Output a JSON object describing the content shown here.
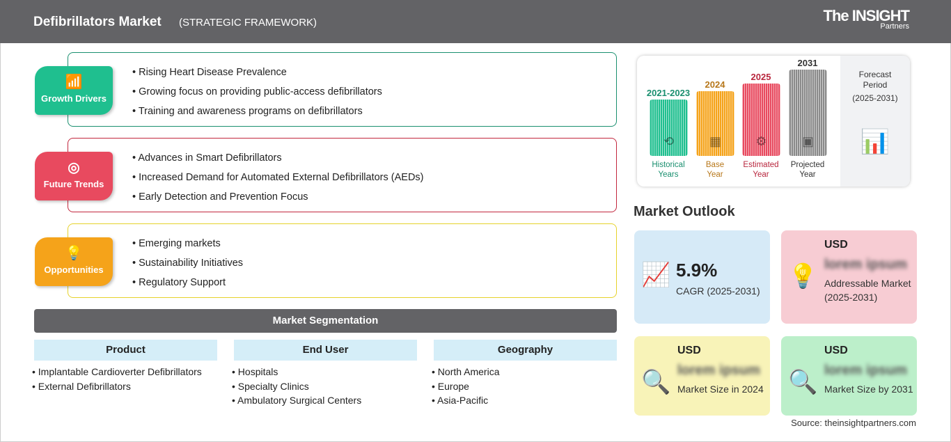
{
  "header": {
    "title": "Defibrillators Market",
    "subtitle": "(STRATEGIC FRAMEWORK)",
    "logo_top": "The INSIGHT",
    "logo_bottom": "Partners"
  },
  "sections": [
    {
      "label": "Growth Drivers",
      "color": "#1fbf8f",
      "icon": "growth-chart-icon",
      "items": [
        "Rising Heart Disease Prevalence",
        "Growing focus on providing public-access defibrillators",
        "Training and awareness programs on defibrillators"
      ]
    },
    {
      "label": "Future Trends",
      "color": "#e84a5f",
      "icon": "target-icon",
      "items": [
        "Advances in Smart Defibrillators",
        "Increased Demand for Automated External Defibrillators (AEDs)",
        "Early Detection and Prevention Focus"
      ]
    },
    {
      "label": "Opportunities",
      "color": "#f5a31a",
      "icon": "lightbulb-hand-icon",
      "items": [
        "Emerging markets",
        "Sustainability Initiatives",
        "Regulatory Support"
      ]
    }
  ],
  "segmentation": {
    "title": "Market Segmentation",
    "columns": [
      {
        "header": "Product",
        "items": [
          "Implantable Cardioverter Defibrillators",
          "External Defibrillators"
        ]
      },
      {
        "header": "End User",
        "items": [
          "Hospitals",
          "Specialty Clinics",
          "Ambulatory Surgical Centers"
        ]
      },
      {
        "header": "Geography",
        "items": [
          "North America",
          "Europe",
          "Asia-Pacific"
        ]
      }
    ]
  },
  "timeline": {
    "bars": [
      {
        "year": "2021-2023",
        "label1": "Historical",
        "label2": "Years",
        "color": "#1fbf8f",
        "text_color": "#1a8f6f",
        "icon": "history-icon"
      },
      {
        "year": "2024",
        "label1": "Base",
        "label2": "Year",
        "color": "#f5a31a",
        "text_color": "#b7771a",
        "icon": "calendar-icon"
      },
      {
        "year": "2025",
        "label1": "Estimated",
        "label2": "Year",
        "color": "#e84a5f",
        "text_color": "#b8263d",
        "icon": "analytics-icon"
      },
      {
        "year": "2031",
        "label1": "Projected",
        "label2": "Year",
        "color": "#8a8a8a",
        "text_color": "#333",
        "icon": "presentation-icon"
      }
    ],
    "forecast_title": "Forecast Period",
    "forecast_range": "(2025-2031)"
  },
  "outlook": {
    "title": "Market Outlook",
    "cagr_value": "5.9%",
    "cagr_label": "CAGR (2025-2031)",
    "cards": [
      {
        "currency": "USD",
        "value": "lorem ipsum",
        "label": "Addressable Market (2025-2031)",
        "color": "#f7ccd3",
        "icon": "lightbulb-dollar-icon"
      },
      {
        "currency": "USD",
        "value": "lorem ipsum",
        "label": "Market Size in 2024",
        "color": "#f8f3b8",
        "icon": "magnifier-chart-icon"
      },
      {
        "currency": "USD",
        "value": "lorem ipsum",
        "label": "Market Size by 2031",
        "color": "#bcefca",
        "icon": "magnifier-chart-icon"
      }
    ],
    "cagr_color": "#d6eaf7"
  },
  "source": "Source: theinsightpartners.com"
}
